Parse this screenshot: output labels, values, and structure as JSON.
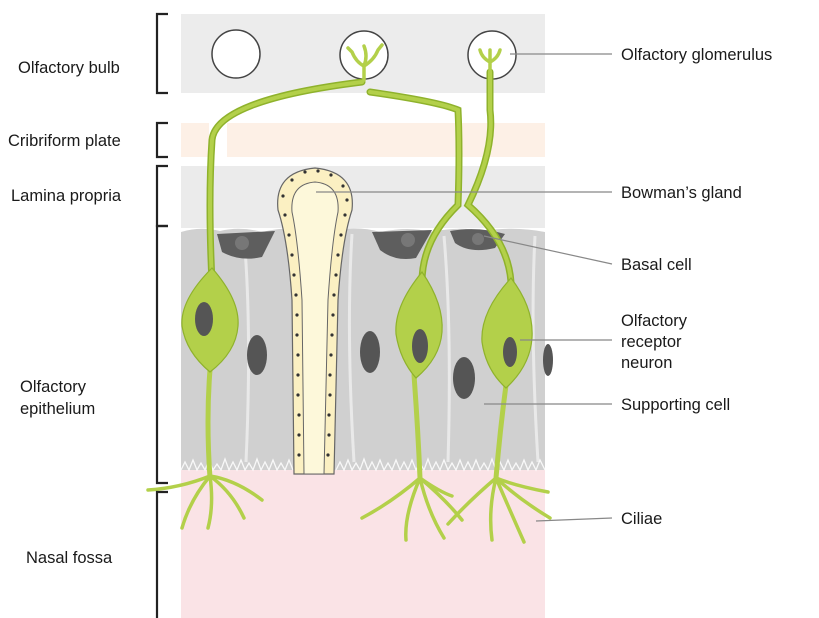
{
  "regions": {
    "olfactory_bulb": "Olfactory bulb",
    "cribriform_plate": "Cribriform plate",
    "lamina_propria": "Lamina propria",
    "olfactory_epithelium": [
      "Olfactory",
      "epithelium"
    ],
    "nasal_fossa": "Nasal fossa"
  },
  "callouts": {
    "olfactory_glomerulus": "Olfactory glomerulus",
    "bowmans_gland": "Bowman’s gland",
    "basal_cell": "Basal cell",
    "olfactory_receptor_neuron": [
      "Olfactory",
      "receptor",
      "neuron"
    ],
    "supporting_cell": "Supporting cell",
    "ciliae": "Ciliae"
  },
  "colors": {
    "bulb_band": "#ececec",
    "cribriform_band": "#fdf0e6",
    "lamina_band": "#ebebeb",
    "epithelium": "#cfcfcf",
    "supporting_cell": "#d4d4d4",
    "nasal_fossa": "#fae3e6",
    "neuron": "#b3d04a",
    "neuron_outline": "#8fb22c",
    "gland": "#fdf6cc",
    "gland_outline": "#6b6b4a",
    "basal_cell": "#5c5c5c",
    "nucleus": "#555555",
    "bracket": "#222222",
    "leader_line": "#888888"
  }
}
